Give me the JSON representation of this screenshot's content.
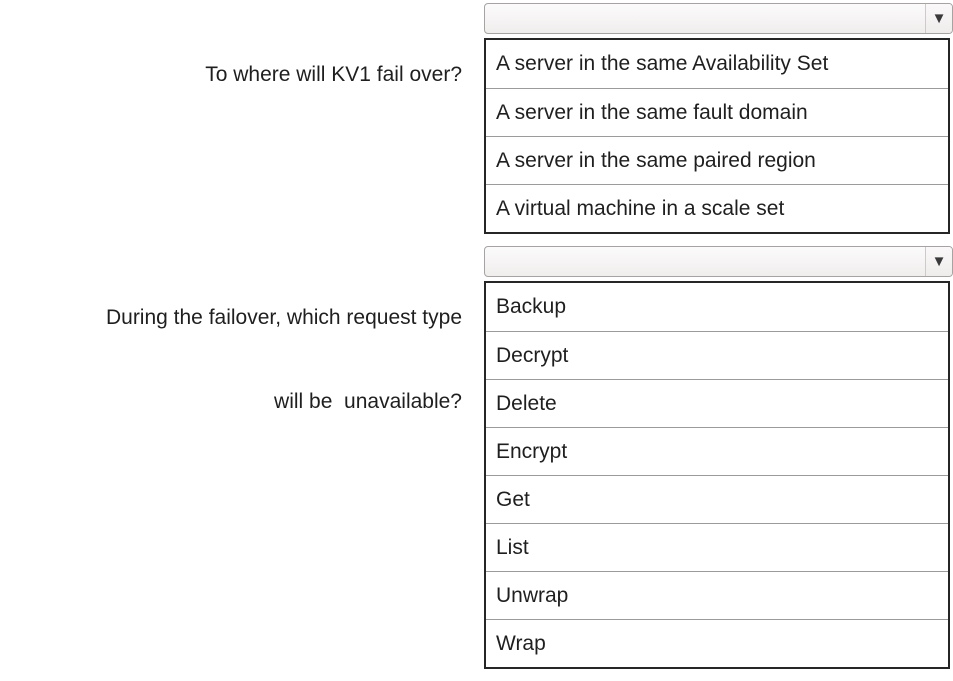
{
  "questions": [
    {
      "label_lines": [
        "To where will KV1 fail over?"
      ],
      "dropdown": {
        "selected_value": ""
      },
      "options": [
        "A server in the same Availability Set",
        "A server in the same fault domain",
        "A server in the same paired region",
        "A virtual machine in a scale set"
      ]
    },
    {
      "label_lines": [
        "During the failover, which request type",
        "will be  unavailable?"
      ],
      "dropdown": {
        "selected_value": ""
      },
      "options": [
        "Backup",
        "Decrypt",
        "Delete",
        "Encrypt",
        "Get",
        "List",
        "Unwrap",
        "Wrap"
      ]
    }
  ],
  "icons": {
    "dropdown_arrow": "▼"
  },
  "colors": {
    "text": "#1f1f1f",
    "list_border": "#262626",
    "row_divider": "#9b9b9b",
    "combo_border": "#a8a3a3",
    "arrow": "#3a3a3a"
  }
}
